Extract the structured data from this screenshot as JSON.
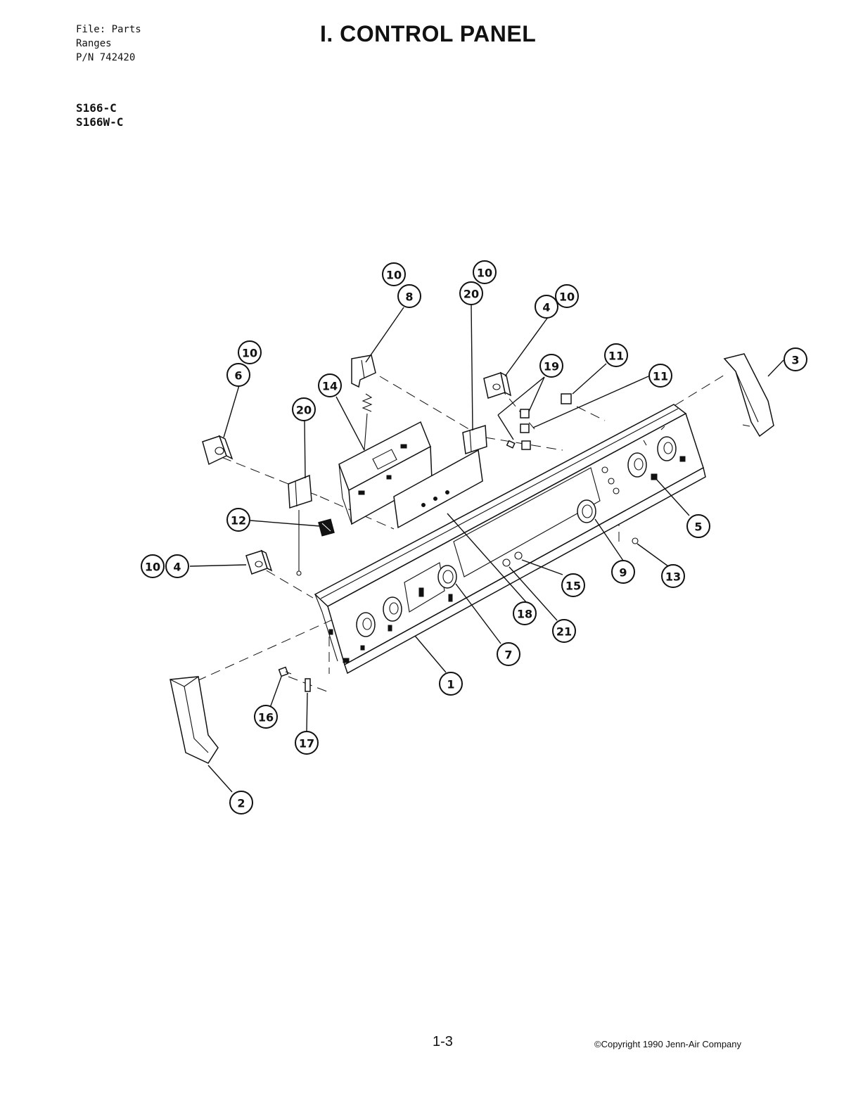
{
  "header": {
    "file_lines": [
      "File: Parts",
      "Ranges",
      "P/N 742420"
    ],
    "model_lines": [
      "S166-C",
      "S166W-C"
    ],
    "title": "I. CONTROL PANEL"
  },
  "footer": {
    "page_number": "1-3",
    "copyright": "©Copyright 1990 Jenn-Air Company"
  },
  "callouts": [
    {
      "id": "c-10a",
      "label": "10"
    },
    {
      "id": "c-8",
      "label": "8"
    },
    {
      "id": "c-10b",
      "label": "10"
    },
    {
      "id": "c-20a",
      "label": "20"
    },
    {
      "id": "c-4a",
      "label": "4"
    },
    {
      "id": "c-10c",
      "label": "10"
    },
    {
      "id": "c-10d",
      "label": "10"
    },
    {
      "id": "c-6",
      "label": "6"
    },
    {
      "id": "c-14",
      "label": "14"
    },
    {
      "id": "c-20b",
      "label": "20"
    },
    {
      "id": "c-19",
      "label": "19"
    },
    {
      "id": "c-11a",
      "label": "11"
    },
    {
      "id": "c-11b",
      "label": "11"
    },
    {
      "id": "c-3",
      "label": "3"
    },
    {
      "id": "c-12",
      "label": "12"
    },
    {
      "id": "c-10e",
      "label": "10"
    },
    {
      "id": "c-4b",
      "label": "4"
    },
    {
      "id": "c-5",
      "label": "5"
    },
    {
      "id": "c-9",
      "label": "9"
    },
    {
      "id": "c-13",
      "label": "13"
    },
    {
      "id": "c-15",
      "label": "15"
    },
    {
      "id": "c-18",
      "label": "18"
    },
    {
      "id": "c-21",
      "label": "21"
    },
    {
      "id": "c-7",
      "label": "7"
    },
    {
      "id": "c-1",
      "label": "1"
    },
    {
      "id": "c-16",
      "label": "16"
    },
    {
      "id": "c-17",
      "label": "17"
    },
    {
      "id": "c-2",
      "label": "2"
    }
  ]
}
